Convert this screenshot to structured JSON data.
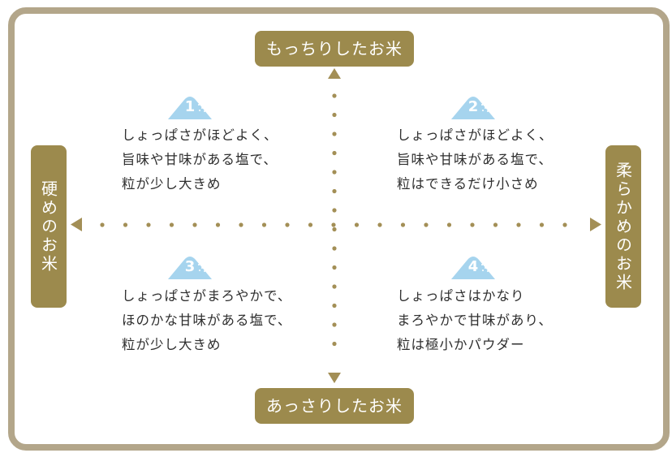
{
  "axis_labels": {
    "top": "もっちりしたお米",
    "bottom": "あっさりしたお米",
    "left": "硬めのお米",
    "right": "柔らかめのお米"
  },
  "quadrants": [
    {
      "number": "1",
      "lines": [
        "しょっぱさがほどよく、",
        "旨味や甘味がある塩で、",
        "粒が少し大きめ"
      ]
    },
    {
      "number": "2",
      "lines": [
        "しょっぱさがほどよく、",
        "旨味や甘味がある塩で、",
        "粒はできるだけ小さめ"
      ]
    },
    {
      "number": "3",
      "lines": [
        "しょっぱさがまろやかで、",
        "ほのかな甘味がある塩で、",
        "粒が少し大きめ"
      ]
    },
    {
      "number": "4",
      "lines": [
        "しょっぱさはかなり",
        "まろやかで甘味があり、",
        "粒は極小かパウダー"
      ]
    }
  ],
  "colors": {
    "frame": "#b3a68a",
    "label_background": "#9c8a4d",
    "label_text": "#ffffff",
    "badge": "#a6d4ee",
    "dots": "#a38f56",
    "text": "#2f2f2f"
  },
  "icons": {
    "badge": "salt-pile-icon",
    "arrows": "triangle-arrow-icon"
  }
}
